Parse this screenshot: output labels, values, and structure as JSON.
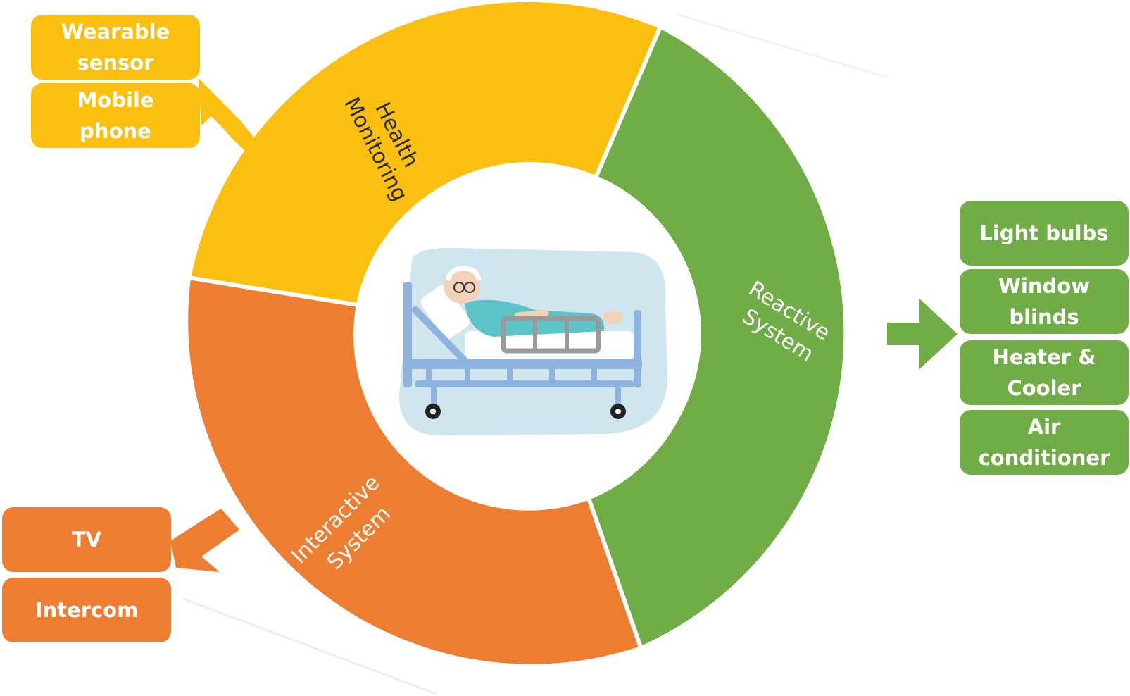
{
  "colors": {
    "health": "#fbbf10",
    "reactive": "#70ad47",
    "interactive": "#ed7d31",
    "center_bg": "#cfe6ee"
  },
  "segments": {
    "health": {
      "line1": "Health",
      "line2": "Monitoring"
    },
    "reactive": {
      "line1": "Reactive",
      "line2": "System"
    },
    "interactive": {
      "line1": "Interactive",
      "line2": "System"
    }
  },
  "health_devices": [
    {
      "line1": "Wearable",
      "line2": "sensor"
    },
    {
      "line1": "Mobile",
      "line2": "phone"
    }
  ],
  "reactive_devices": [
    {
      "line1": "Light bulbs",
      "line2": ""
    },
    {
      "line1": "Window",
      "line2": "blinds"
    },
    {
      "line1": "Heater &",
      "line2": "Cooler"
    },
    {
      "line1": "Air",
      "line2": "conditioner"
    }
  ],
  "interactive_devices": [
    {
      "line1": "TV",
      "line2": ""
    },
    {
      "line1": "Intercom",
      "line2": ""
    }
  ],
  "center_icon": "patient-in-hospital-bed-icon"
}
